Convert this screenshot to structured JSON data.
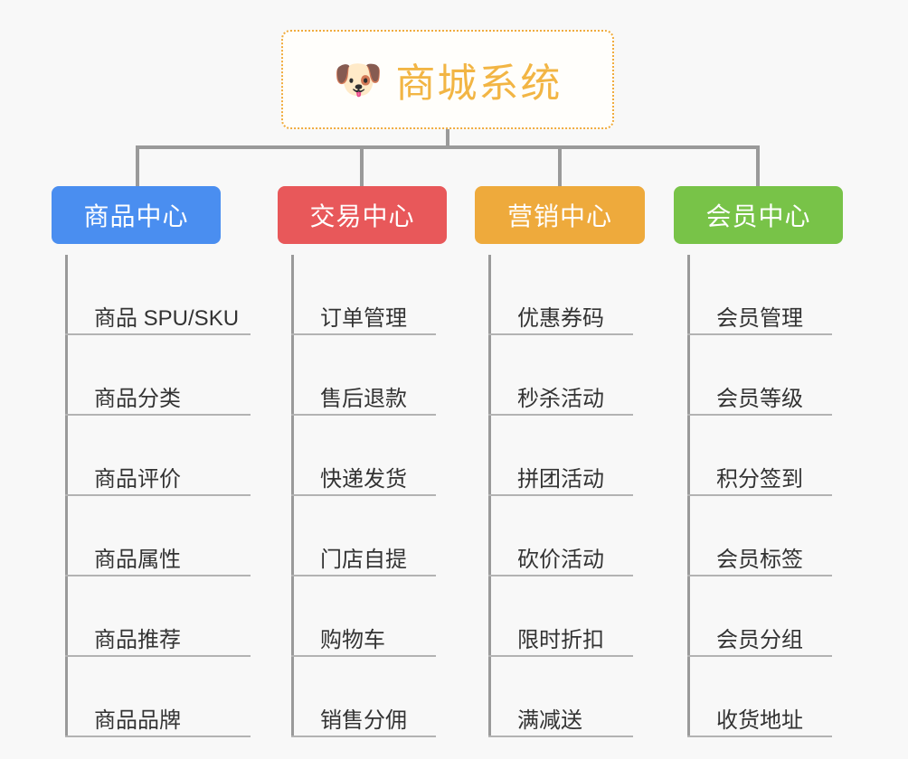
{
  "background_color": "#f8f8f8",
  "root": {
    "icon": "shiba-dog-emoji",
    "icon_glyph": "🐶",
    "title": "商城系统",
    "title_color": "#f2b544",
    "border_color": "#f0ab3d"
  },
  "connector_color": "#9a9a9a",
  "columns": [
    {
      "key": "product-center",
      "title": "商品中心",
      "color": "#4a8ef0",
      "items": [
        "商品 SPU/SKU",
        "商品分类",
        "商品评价",
        "商品属性",
        "商品推荐",
        "商品品牌"
      ]
    },
    {
      "key": "trade-center",
      "title": "交易中心",
      "color": "#e8585a",
      "items": [
        "订单管理",
        "售后退款",
        "快递发货",
        "门店自提",
        "购物车",
        "销售分佣"
      ]
    },
    {
      "key": "marketing-center",
      "title": "营销中心",
      "color": "#eeaa3c",
      "items": [
        "优惠券码",
        "秒杀活动",
        "拼团活动",
        "砍价活动",
        "限时折扣",
        "满减送"
      ]
    },
    {
      "key": "member-center",
      "title": "会员中心",
      "color": "#78c348",
      "items": [
        "会员管理",
        "会员等级",
        "积分签到",
        "会员标签",
        "会员分组",
        "收货地址"
      ]
    }
  ]
}
